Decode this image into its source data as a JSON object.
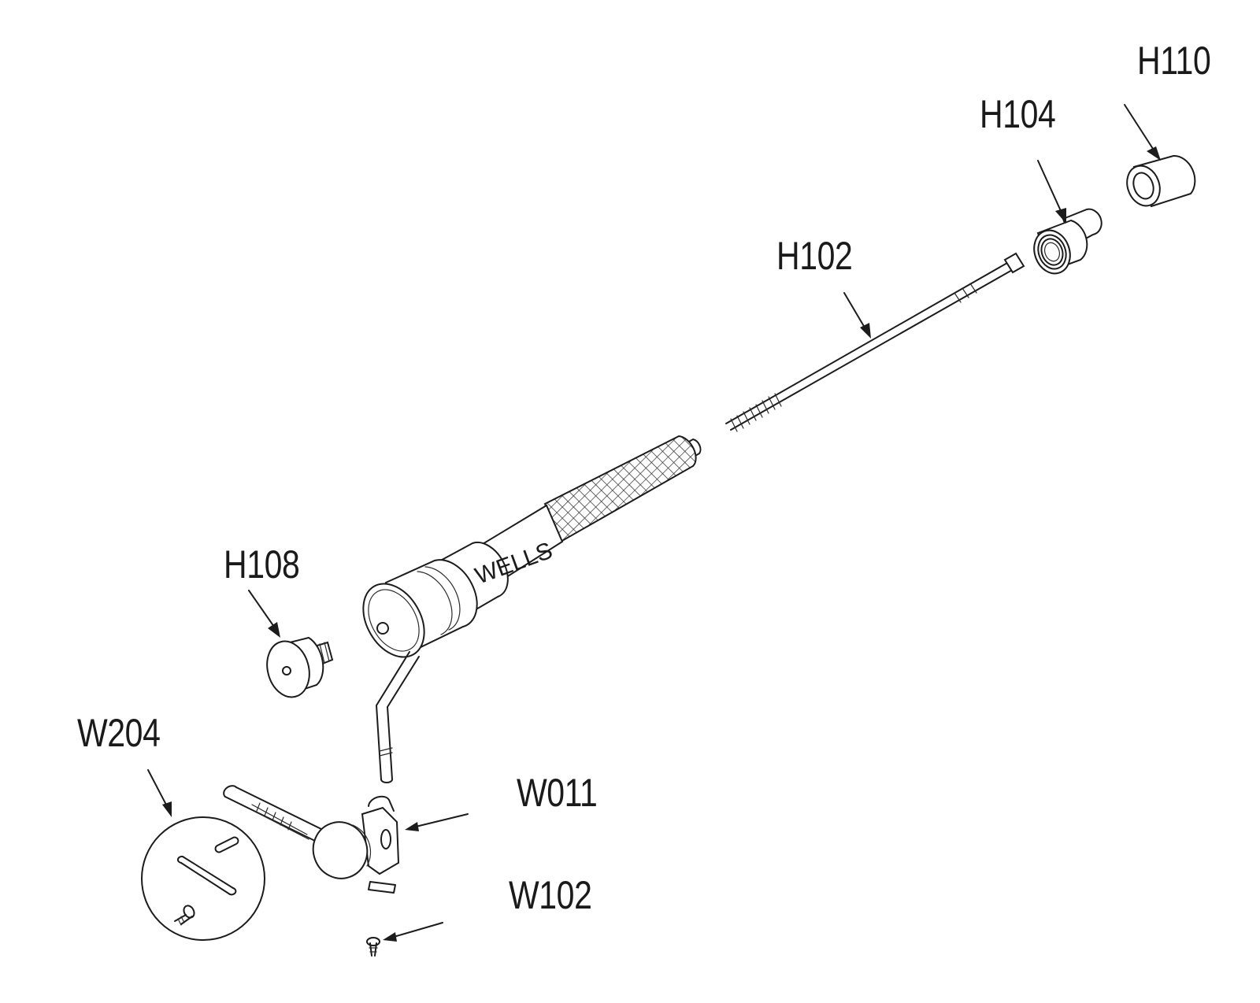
{
  "diagram": {
    "brand_text": "WELLS",
    "line_color": "#1c1c1c",
    "background_color": "#ffffff",
    "parts": [
      {
        "id": "H110",
        "label": "H110"
      },
      {
        "id": "H104",
        "label": "H104"
      },
      {
        "id": "H102",
        "label": "H102"
      },
      {
        "id": "H108",
        "label": "H108"
      },
      {
        "id": "W204",
        "label": "W204"
      },
      {
        "id": "W011",
        "label": "W011"
      },
      {
        "id": "W102",
        "label": "W102"
      }
    ]
  }
}
